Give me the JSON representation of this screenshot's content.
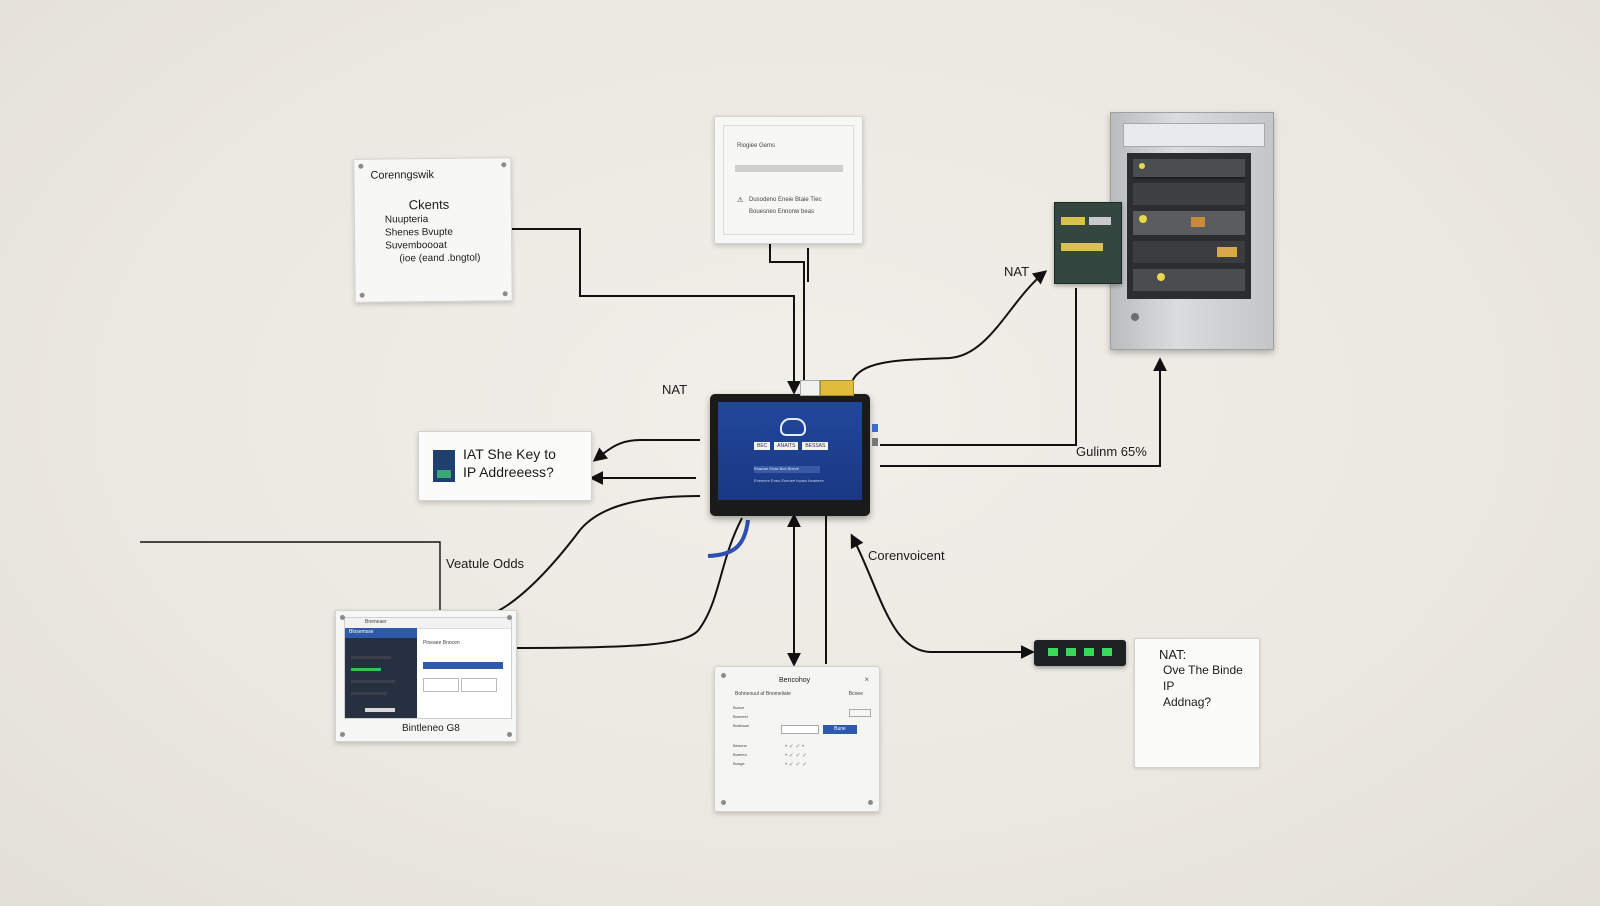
{
  "labels": {
    "nat_top_right": "NAT",
    "nat_center": "NAT",
    "gulinm": "Gulinm 65%",
    "veatule": "Veatule Odds",
    "corenvoicent": "Corenvoicent"
  },
  "client_card": {
    "title": "Corenngswik",
    "heading": "Ckents",
    "items": [
      "Nuupteria",
      "Shenes Bvupte",
      "Suvemboooat",
      "(ioe (eand .bngtol)"
    ]
  },
  "router_panel": {
    "title": "Riogiee Gems",
    "lines": [
      "Dusodeno Eneie Btaie Tlec",
      "Bouesneo Ennonw beas"
    ]
  },
  "sticky_left": {
    "line1": "IAT She Key to",
    "line2": "IP Addreeess?"
  },
  "laptop_card": {
    "caption": "Bintleneo G8",
    "tab": "Bneneaer",
    "sidebar_header": "Blosemsse",
    "panel_title": "Pineaee Bnocen"
  },
  "bottom_panel": {
    "title": "Bencohoy",
    "subtitle": "Bohneouul af Bnomeliate",
    "tag": "Bcoee",
    "button": "Bune",
    "rows": [
      "Bunce",
      "Bueneel",
      "Bodnaue",
      "Beunne",
      "Bueeeo",
      "Bunge"
    ]
  },
  "sticky_right": {
    "line1": "NAT:",
    "line2": "Ove The Binde",
    "line3": "IP",
    "line4": "Addnag?"
  },
  "tablet": {
    "bar_labels": [
      "BEC",
      "ANAITS",
      "BESSAS"
    ],
    "field": "Ebacsie Enas Bvd Bneve",
    "footnote": "Enesnee Eneu Eneuee bvaeo beaneee"
  },
  "colors": {
    "tablet_screen": "#1d3f8f",
    "cable": "#111111",
    "cable_blue": "#2d4fb0",
    "led": "#39d95a",
    "wall": "#ebe8e1"
  }
}
